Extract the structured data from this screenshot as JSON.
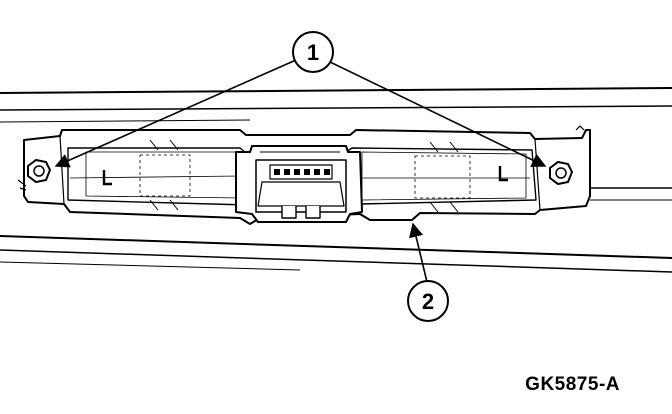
{
  "callouts": [
    {
      "number": "1"
    },
    {
      "number": "2"
    }
  ],
  "figure_id": "GK5875-A"
}
